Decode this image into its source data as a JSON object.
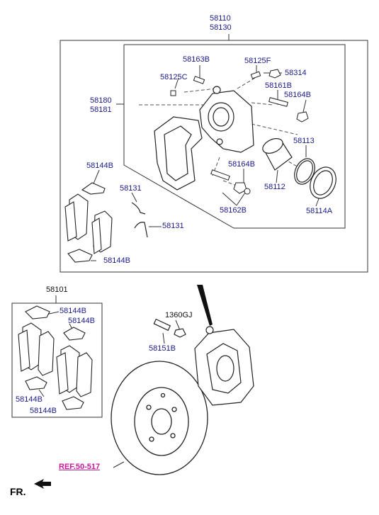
{
  "colors": {
    "part_label": "#1a1a8c",
    "line": "#333333",
    "reference": "#c8189b"
  },
  "upper_assembly": {
    "top_number_1": "58110",
    "top_number_2": "58130",
    "carrier_1": "58180",
    "carrier_2": "58181",
    "bolt": "58163B",
    "bleeder_bolt": "58125F",
    "bleeder_cap": "58314",
    "bleeder_screw": "58125C",
    "guide_pin_bolt": "58161B",
    "boot_upper": "58164B",
    "boot_lower": "58164B",
    "piston_seal": "58113",
    "piston": "58112",
    "piston_boot": "58114A",
    "guide_pin_set": "58162B",
    "spring_upper": "58131",
    "spring_lower": "58131",
    "shim_upper": "58144B",
    "shim_lower": "58144B"
  },
  "pad_kit": {
    "number": "58101",
    "shim_1": "58144B",
    "shim_2": "58144B",
    "shim_3": "58144B",
    "shim_4": "58144B"
  },
  "hardware": {
    "nut": "1360GJ",
    "bolt": "58151B"
  },
  "reference_link": "REF.50-517",
  "direction_label": "FR."
}
